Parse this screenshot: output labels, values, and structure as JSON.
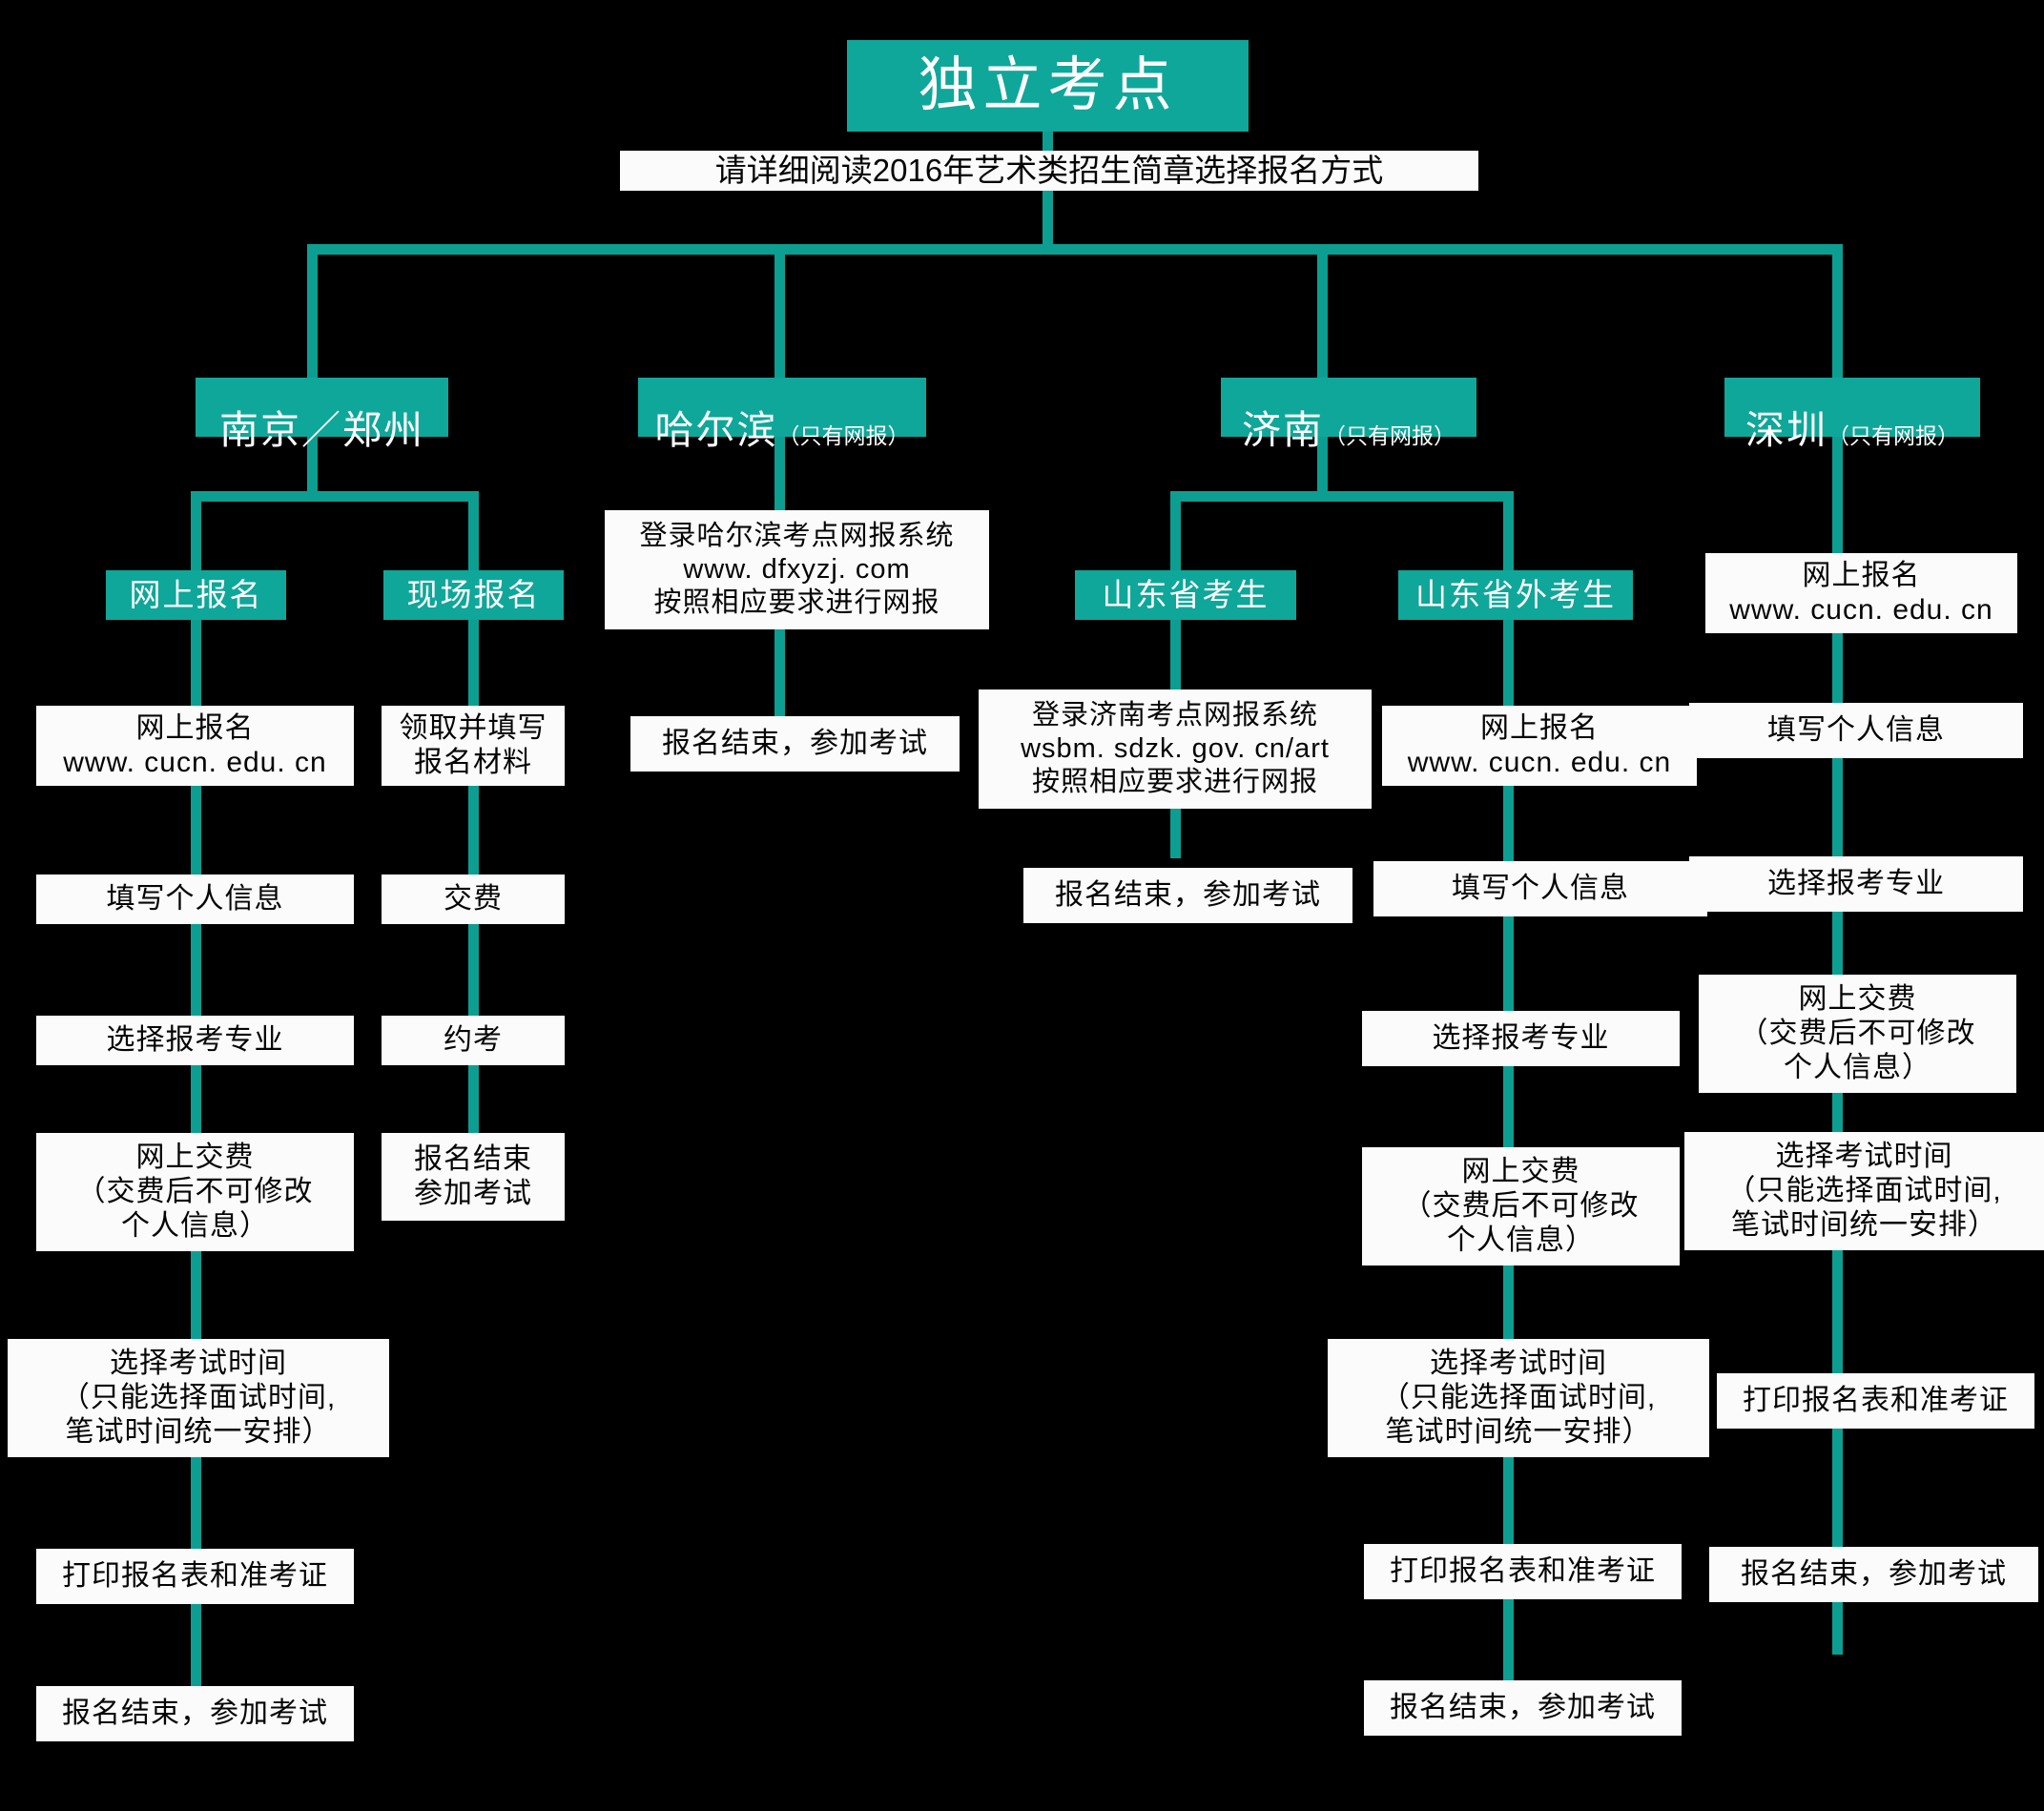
{
  "diagram": {
    "title": "独立考点",
    "subtitle": "请详细阅读2016年艺术类招生简章选择报名方式",
    "accent_color": "#0fa79a",
    "line_color": "#0d9e92",
    "background_color": "#000000",
    "box_color": "#fbfbfb"
  },
  "branches": {
    "nanjing": {
      "header": "南京／郑州",
      "note": "",
      "online": {
        "header": "网上报名",
        "steps": [
          "网上报名\nwww. cucn. edu. cn",
          "填写个人信息",
          "选择报考专业",
          "网上交费\n（交费后不可修改\n个人信息）",
          "选择考试时间\n（只能选择面试时间,\n笔试时间统一安排）",
          "打印报名表和准考证",
          "报名结束，参加考试"
        ]
      },
      "onsite": {
        "header": "现场报名",
        "steps": [
          "领取并填写\n报名材料",
          "交费",
          "约考",
          "报名结束\n参加考试"
        ]
      }
    },
    "harbin": {
      "header": "哈尔滨",
      "note": "（只有网报）",
      "steps": [
        "登录哈尔滨考点网报系统\nwww. dfxyzj. com\n按照相应要求进行网报",
        "报名结束，参加考试"
      ]
    },
    "jinan": {
      "header": "济南",
      "note": "（只有网报）",
      "inside": {
        "header": "山东省考生",
        "steps": [
          "登录济南考点网报系统\nwsbm. sdzk. gov. cn/art\n按照相应要求进行网报",
          "报名结束，参加考试"
        ]
      },
      "outside": {
        "header": "山东省外考生",
        "steps": [
          "网上报名\nwww. cucn. edu. cn",
          "填写个人信息",
          "选择报考专业",
          "网上交费\n（交费后不可修改\n个人信息）",
          "选择考试时间\n（只能选择面试时间,\n笔试时间统一安排）",
          "打印报名表和准考证",
          "报名结束，参加考试"
        ]
      }
    },
    "shenzhen": {
      "header": "深圳",
      "note": "（只有网报）",
      "steps": [
        "网上报名\nwww. cucn. edu. cn",
        "填写个人信息",
        "选择报考专业",
        "网上交费\n（交费后不可修改\n个人信息）",
        "选择考试时间\n（只能选择面试时间,\n笔试时间统一安排）",
        "打印报名表和准考证",
        "报名结束，参加考试"
      ]
    }
  }
}
